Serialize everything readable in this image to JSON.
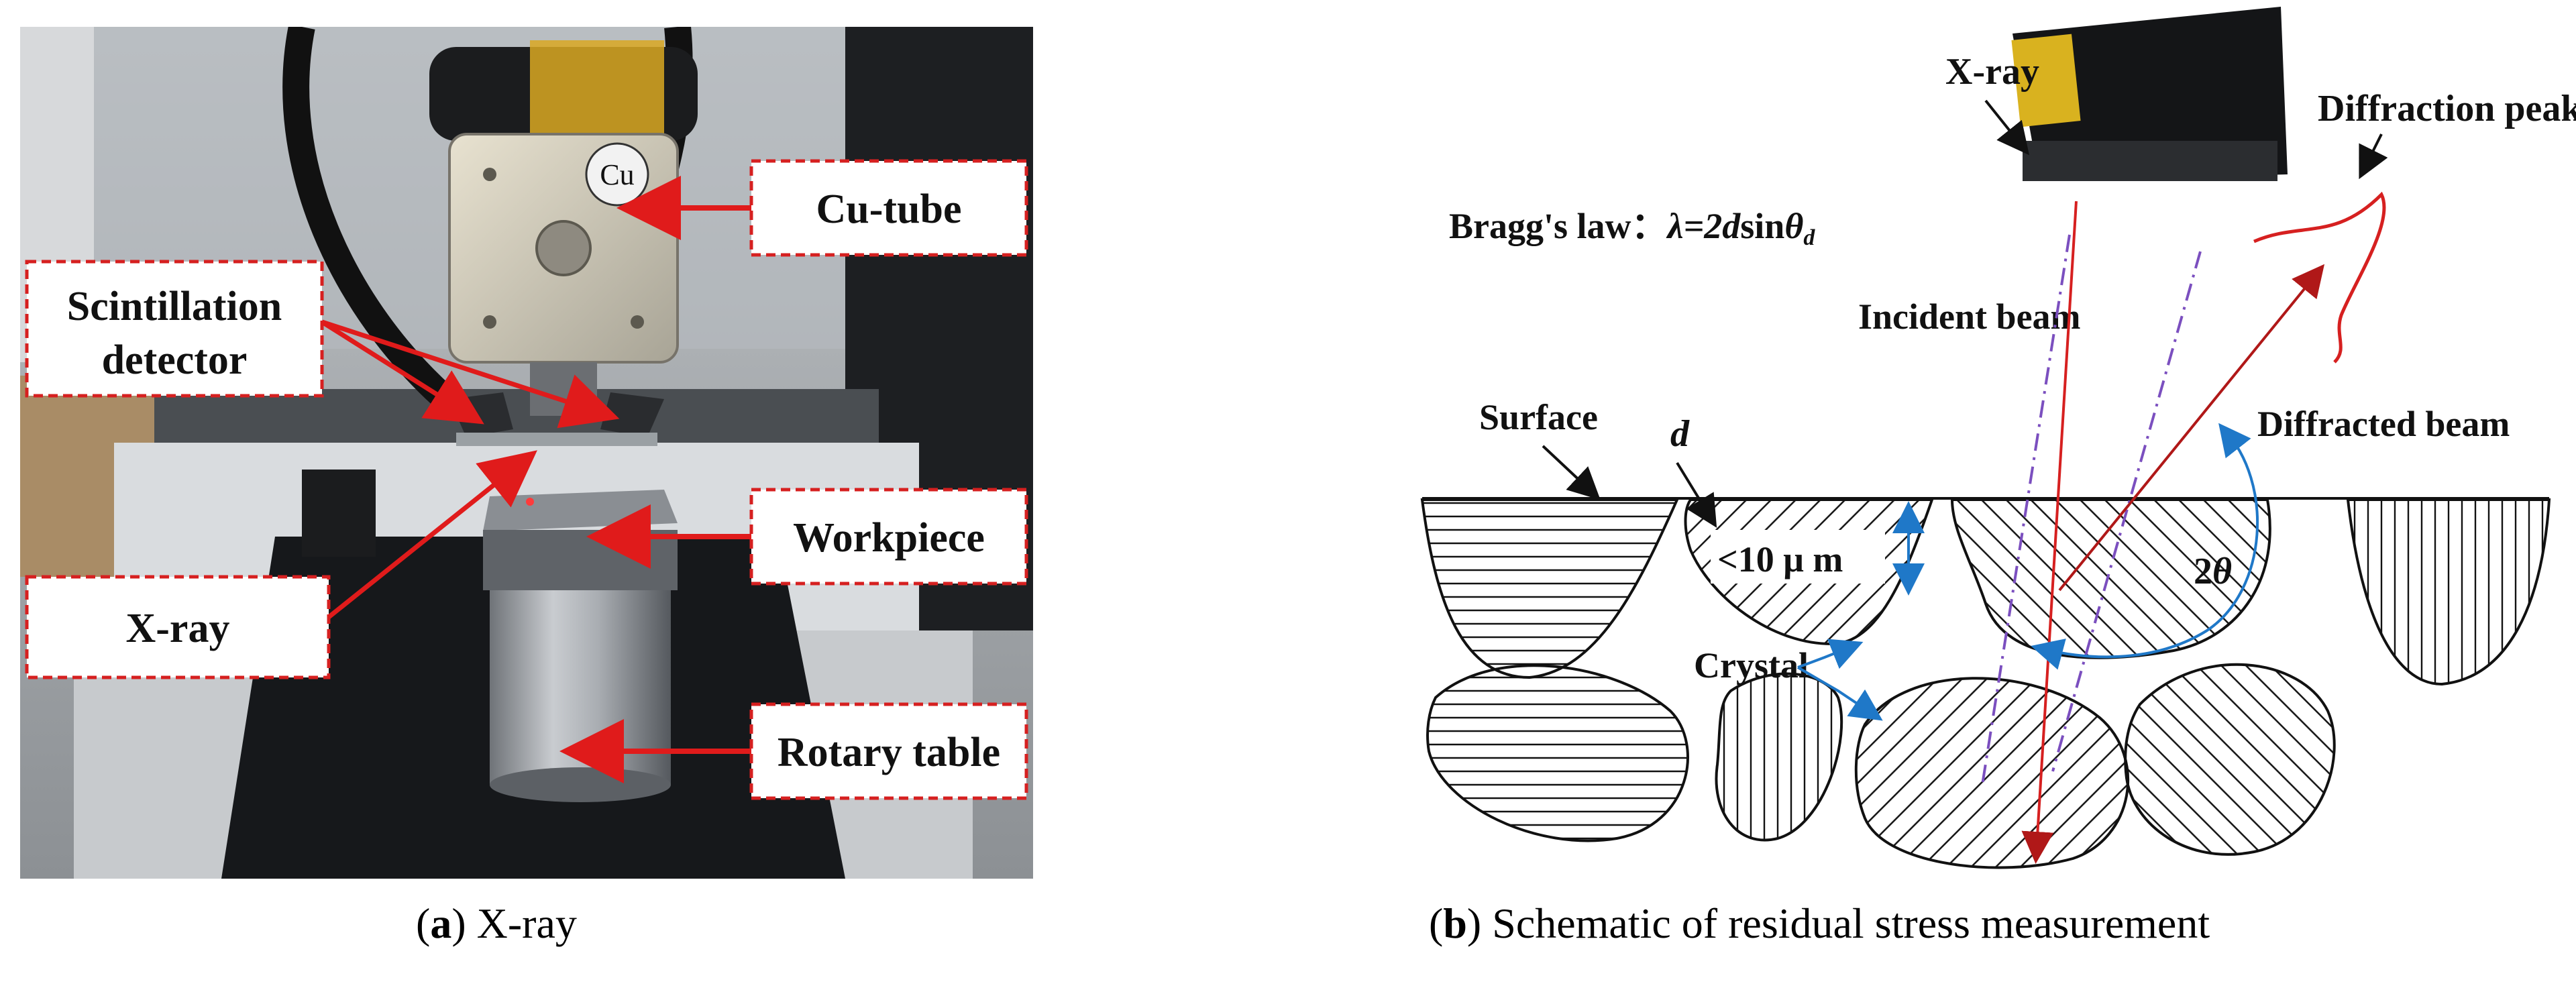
{
  "panel_a": {
    "labels": {
      "cu_tube": "Cu-tube",
      "scintillation_1": "Scintillation",
      "scintillation_2": "detector",
      "xray": "X-ray",
      "workpiece": "Workpiece",
      "rotary_table": "Rotary table"
    },
    "tube_plate_text": "Cu",
    "caption_letter": "a",
    "caption_rest": " X-ray"
  },
  "panel_b": {
    "labels": {
      "xray": "X-ray",
      "diffraction_peak": "Diffraction peak",
      "bragg_prefix": "Bragg's law：",
      "bragg_formula_1": "λ=2",
      "bragg_d": "d",
      "bragg_formula_2": "sin",
      "bragg_theta": "θ",
      "bragg_sub": "d",
      "incident_beam": "Incident beam",
      "surface": "Surface",
      "d": "d",
      "diffracted_beam": "Diffracted beam",
      "depth": "<10 μ m",
      "two_theta_2": "2",
      "two_theta_theta": "θ",
      "crystal": "Crystal"
    },
    "caption_letter": "b",
    "caption_rest": " Schematic of residual stress measurement"
  },
  "colors": {
    "red": "#d62020",
    "dark_red": "#b01818",
    "blue": "#1f78c8",
    "purple": "#7b4fbf"
  }
}
